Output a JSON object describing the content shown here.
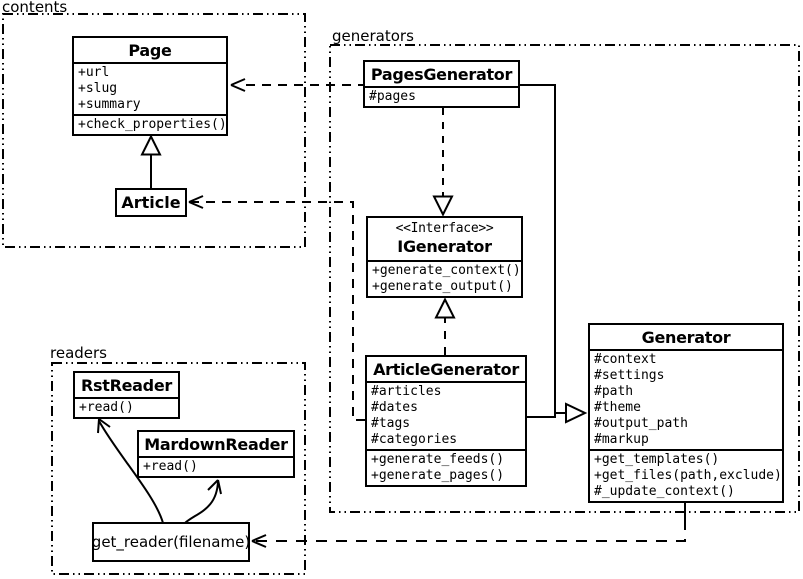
{
  "diagram": {
    "background": "#ffffff",
    "stroke": "#000000"
  },
  "packages": {
    "contents": {
      "label": "contents"
    },
    "generators": {
      "label": "generators"
    },
    "readers": {
      "label": "readers"
    }
  },
  "classes": {
    "page": {
      "title": "Page",
      "attributes": [
        "+url",
        "+slug",
        "+summary"
      ],
      "methods": [
        "+check_properties()"
      ]
    },
    "article": {
      "title": "Article"
    },
    "pages_generator": {
      "title": "PagesGenerator",
      "attributes": [
        "#pages"
      ]
    },
    "igenerator": {
      "stereotype": "<<Interface>>",
      "title": "IGenerator",
      "methods": [
        "+generate_context()",
        "+generate_output()"
      ]
    },
    "article_generator": {
      "title": "ArticleGenerator",
      "attributes": [
        "#articles",
        "#dates",
        "#tags",
        "#categories"
      ],
      "methods": [
        "+generate_feeds()",
        "+generate_pages()"
      ]
    },
    "generator": {
      "title": "Generator",
      "attributes": [
        "#context",
        "#settings",
        "#path",
        "#theme",
        "#output_path",
        "#markup"
      ],
      "methods": [
        "+get_templates()",
        "+get_files(path,exclude)",
        "#_update_context()"
      ]
    },
    "rst_reader": {
      "title": "RstReader",
      "methods": [
        "+read()"
      ]
    },
    "mardown_reader": {
      "title": "MardownReader",
      "methods": [
        "+read()"
      ]
    },
    "get_reader": {
      "label": "get_reader(filename)"
    }
  },
  "relationships": [
    {
      "from": "Article",
      "to": "Page",
      "type": "inheritance-solid"
    },
    {
      "from": "PagesGenerator",
      "to": "Page",
      "type": "dependency-dashed"
    },
    {
      "from": "ArticleGenerator",
      "to": "Article",
      "type": "dependency-dashed"
    },
    {
      "from": "PagesGenerator",
      "to": "IGenerator",
      "type": "realization-dashed"
    },
    {
      "from": "ArticleGenerator",
      "to": "IGenerator",
      "type": "realization-dashed"
    },
    {
      "from": "PagesGenerator",
      "to": "Generator",
      "type": "inheritance-solid"
    },
    {
      "from": "ArticleGenerator",
      "to": "Generator",
      "type": "inheritance-solid"
    },
    {
      "from": "Generator",
      "to": "get_reader(filename)",
      "type": "dependency-dashed"
    },
    {
      "from": "get_reader(filename)",
      "to": "RstReader",
      "type": "arrow-curved"
    },
    {
      "from": "get_reader(filename)",
      "to": "MardownReader",
      "type": "arrow-curved"
    }
  ]
}
